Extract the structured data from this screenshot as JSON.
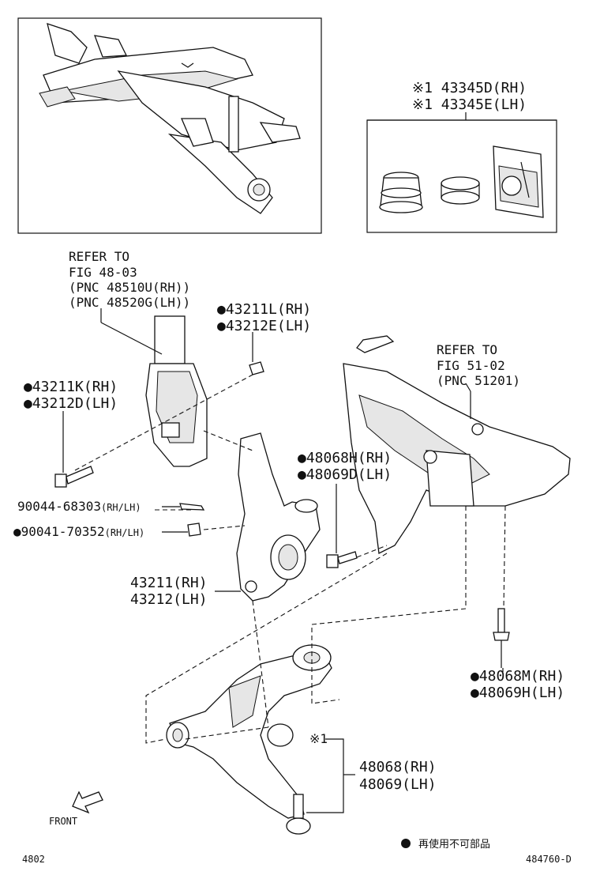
{
  "callouts": {
    "boot_kit": [
      "※1 43345D(RH)",
      "※1 43345E(LH)"
    ],
    "strut_ref": [
      "REFER TO",
      "FIG 48-03",
      "(PNC 48510U(RH))",
      "(PNC 48520G(LH))"
    ],
    "nut_top": [
      "●43211L(RH)",
      "●43212E(LH)"
    ],
    "bolt_left": [
      "●43211K(RH)",
      "●43212D(LH)"
    ],
    "crossmember_ref": [
      "REFER TO",
      "FIG 51-02",
      "(PNC 51201)"
    ],
    "bolt_mid": [
      "●48068H(RH)",
      "●48069D(LH)"
    ],
    "pin_part": "90044-68303",
    "pin_part_side": "(RH/LH)",
    "nut_part": "●90041-70352",
    "nut_part_side": "(RH/LH)",
    "knuckle": [
      "43211(RH)",
      "43212(LH)"
    ],
    "bolt_right": [
      "●48068M(RH)",
      "●48069H(LH)"
    ],
    "arm_mark": "※1",
    "arm": [
      "48068(RH)",
      "48069(LH)"
    ]
  },
  "front_label": "FRONT",
  "legend_text": "再使用不可部品",
  "footer": {
    "left": "4802",
    "right": "484760-D"
  }
}
